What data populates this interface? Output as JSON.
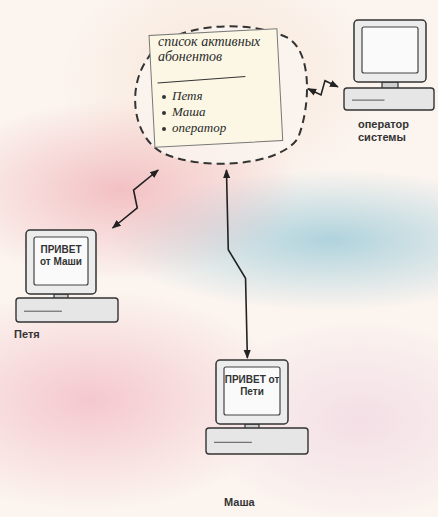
{
  "diagram": {
    "nodes": [
      {
        "text": [
          "список активных абонентов",
          "Петя",
          "Маша",
          "оператор"
        ]
      },
      {
        "text": [
          "оператор системы"
        ]
      },
      {
        "text": [
          "ПРИВЕТ от Маши",
          "Петя"
        ]
      },
      {
        "text": [
          "ПРИВЕТ от Пети",
          "Маша"
        ]
      }
    ],
    "edges": [
      {
        "from": 0,
        "to": 1,
        "arrow": "both"
      },
      {
        "from": 0,
        "to": 2,
        "arrow": "both"
      },
      {
        "from": 0,
        "to": 3,
        "arrow": "both"
      }
    ]
  }
}
